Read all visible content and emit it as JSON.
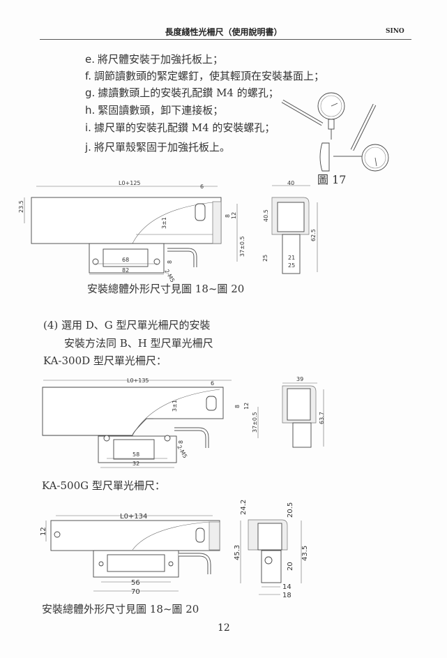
{
  "header": {
    "title": "長度綫性光柵尺（使用說明書）",
    "brand": "SINO"
  },
  "steps": [
    {
      "label": "e.",
      "text": "將尺體安裝于加強托板上；"
    },
    {
      "label": "f.",
      "text": "調節讀數頭的緊定螺釘，使其輕頂在安裝基面上；"
    },
    {
      "label": "g.",
      "text": "據讀數頭上的安裝孔配鑚 M4 的螺孔；"
    },
    {
      "label": "h.",
      "text": "緊固讀數頭，卸下連接板；"
    },
    {
      "label": "i.",
      "text": "據尺單的安裝孔配鑚 M4 的安裝螺孔；"
    },
    {
      "label": "j.",
      "text": "將尺單殼緊固于加強托板上。"
    }
  ],
  "figure17": {
    "label": "圖 17"
  },
  "drawing1": {
    "length": "L0+125",
    "d6": "6",
    "d23_5": "23.5",
    "d3": "3±1",
    "d8": "8",
    "d12": "12",
    "d37": "37±0.5",
    "d8b": "8",
    "m5": "2-M5",
    "d68": "68",
    "d82": "82",
    "d40": "40",
    "d40_5": "40.5",
    "d62_5": "62.5",
    "d25v": "25",
    "d21": "21",
    "d25": "25"
  },
  "caption1": "安裝總體外形尺寸見圖 18~圖 20",
  "section4": {
    "title": "(4)  選用 D、G 型尺單光柵尺的安裝",
    "subtitle": "安裝方法同 B、H 型尺單光柵尺",
    "ka300d": "KA-300D 型尺單光柵尺："
  },
  "drawing2": {
    "length": "L0+135",
    "d6": "6",
    "d3": "3±1",
    "d8": "8",
    "d12": "12",
    "d37": "37±0.5",
    "d8b": "8",
    "m5": "2-M5",
    "d58": "58",
    "d32": "32",
    "d39": "39",
    "d63_7": "63.7"
  },
  "ka500g": "KA-500G 型尺單光柵尺：",
  "drawing3": {
    "length": "L0+134",
    "d12": "12",
    "d56": "56",
    "d70": "70",
    "d24_2": "24.2",
    "d45_3": "45.3",
    "d20_5": "20.5",
    "d43_5": "43.5",
    "d20": "20",
    "d14": "14",
    "d18": "18"
  },
  "caption2": "安裝總體外形尺寸見圖 18~圖 20",
  "page_number": "12"
}
